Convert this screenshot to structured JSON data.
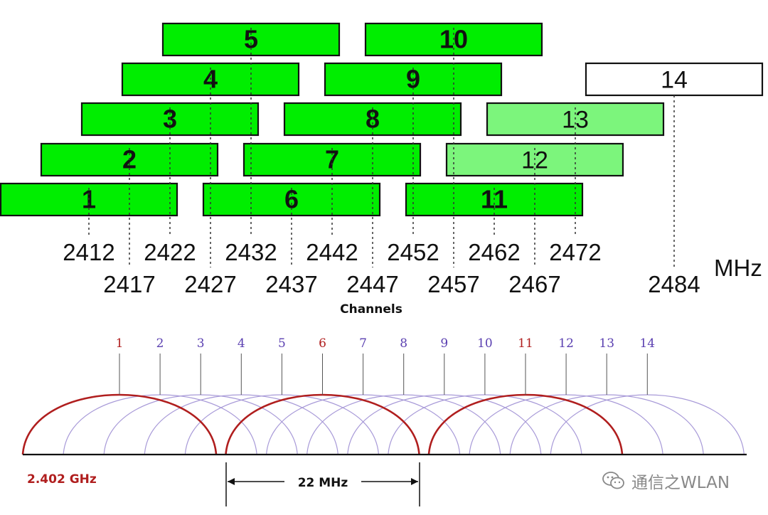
{
  "top_chart": {
    "channels": [
      {
        "number": "1",
        "style": "bright"
      },
      {
        "number": "2",
        "style": "bright"
      },
      {
        "number": "3",
        "style": "bright"
      },
      {
        "number": "4",
        "style": "bright"
      },
      {
        "number": "5",
        "style": "bright"
      },
      {
        "number": "6",
        "style": "bright"
      },
      {
        "number": "7",
        "style": "bright"
      },
      {
        "number": "8",
        "style": "bright"
      },
      {
        "number": "9",
        "style": "bright"
      },
      {
        "number": "10",
        "style": "bright"
      },
      {
        "number": "11",
        "style": "bright"
      },
      {
        "number": "12",
        "style": "light"
      },
      {
        "number": "13",
        "style": "light"
      },
      {
        "number": "14",
        "style": "white"
      }
    ],
    "frequencies_row1": [
      "2412",
      "2422",
      "2432",
      "2442",
      "2452",
      "2462",
      "2472"
    ],
    "frequencies_row2": [
      "2417",
      "2427",
      "2437",
      "2447",
      "2457",
      "2467",
      "2484"
    ],
    "unit": "MHz",
    "caption": "Channels"
  },
  "bottom_chart": {
    "channel_labels": [
      "1",
      "2",
      "3",
      "4",
      "5",
      "6",
      "7",
      "8",
      "9",
      "10",
      "11",
      "12",
      "13",
      "14"
    ],
    "highlighted_channels": [
      "1",
      "6",
      "11"
    ],
    "start_label": "2.402 GHz",
    "bandwidth_label": "22 MHz"
  },
  "watermark": {
    "text": "通信之WLAN"
  },
  "colors": {
    "bright_green": "#00ee00",
    "light_green": "#7cf57c",
    "highlight_red": "#b01e1e",
    "channel_purple": "#5a3fb0",
    "arc_purple": "#a89ad8"
  }
}
